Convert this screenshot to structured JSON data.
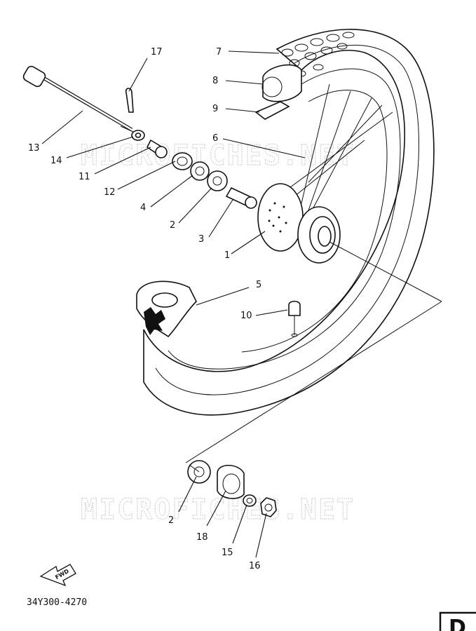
{
  "watermark": "MICROFICHES.NET",
  "diagram_code": "34Y300-4270",
  "fwd_label": "FWD",
  "corner_letter": "D",
  "callouts": {
    "c1": "1",
    "c2a": "2",
    "c2b": "2",
    "c3": "3",
    "c4": "4",
    "c5": "5",
    "c6": "6",
    "c7": "7",
    "c8": "8",
    "c9": "9",
    "c10": "10",
    "c11": "11",
    "c12": "12",
    "c13": "13",
    "c14": "14",
    "c15": "15",
    "c16": "16",
    "c17": "17",
    "c18": "18"
  }
}
